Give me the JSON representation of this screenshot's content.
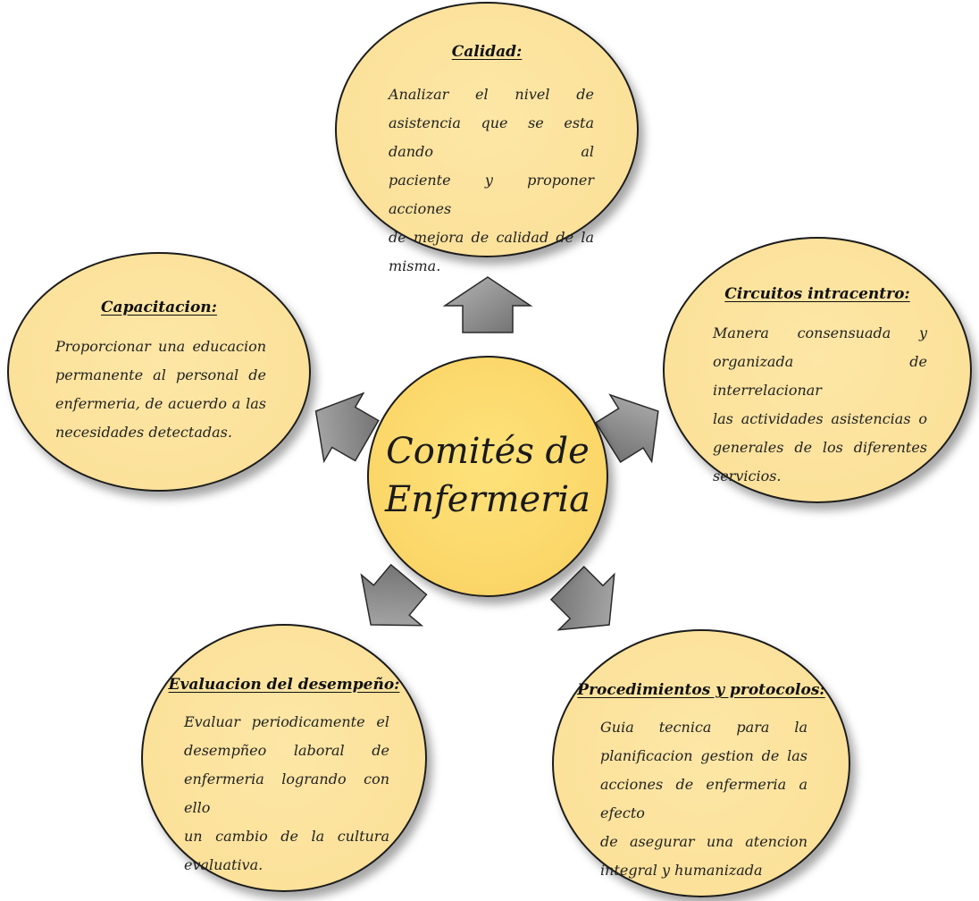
{
  "center": {
    "title_line1": "Comités de",
    "title_line2": "Enfermeria"
  },
  "nodes": {
    "calidad": {
      "title": "Calidad:",
      "lines": [
        "Analizar el nivel de",
        "asistencia que se esta dando al",
        "paciente y proponer acciones",
        "de mejora de calidad de la",
        "misma."
      ]
    },
    "circuitos": {
      "title": "Circuitos intracentro:",
      "lines": [
        "Manera consensuada y",
        "organizada de interrelacionar",
        "las actividades asistencias o",
        "generales de los diferentes",
        "servicios."
      ]
    },
    "procedimientos": {
      "title": "Procedimientos y protocolos:",
      "lines": [
        "Guia tecnica para la",
        "planificacion gestion de las",
        "acciones de enfermeria a efecto",
        "de asegurar una atencion",
        "integral y humanizada"
      ]
    },
    "evaluacion": {
      "title": "Evaluacion del desempeño:",
      "lines": [
        "Evaluar periodicamente el",
        "desempñeo laboral de",
        "enfermeria logrando con ello",
        "un cambio de la cultura",
        "evaluativa."
      ]
    },
    "capacitacion": {
      "title": "Capacitacion:",
      "lines": [
        "Proporcionar una educacion",
        "permanente al personal de",
        "enfermeria, de acuerdo a las",
        "necesidades detectadas."
      ]
    }
  },
  "colors": {
    "node_fill": "#fbe19a",
    "center_fill": "#fcd86b",
    "arrow_fill": "#8a8a8a",
    "outline": "#1c1c1c"
  },
  "arrow_icon": "block-arrow-icon"
}
